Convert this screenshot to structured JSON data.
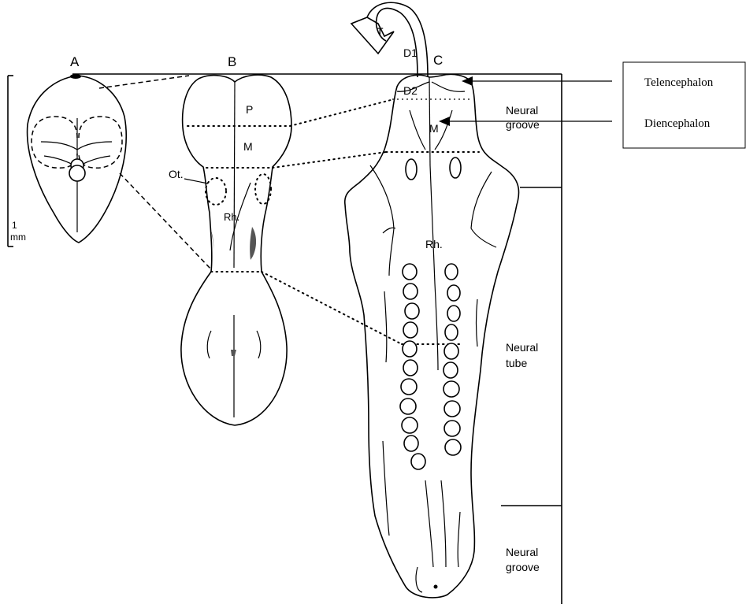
{
  "panels": {
    "a": "A",
    "b": "B",
    "c": "C"
  },
  "scale": {
    "value": "1",
    "unit": "mm"
  },
  "embryo_b": {
    "p": "P",
    "m": "M",
    "ot": "Ot.",
    "rh": "Rh."
  },
  "embryo_c": {
    "t": "T",
    "d1": "D1",
    "d2": "D2",
    "m": "M",
    "rh": "Rh."
  },
  "regions": {
    "groove_top_1": "Neural",
    "groove_top_2": "groove",
    "tube_1": "Neural",
    "tube_2": "tube",
    "groove_bottom_1": "Neural",
    "groove_bottom_2": "groove"
  },
  "callout": {
    "telencephalon": "Telencephalon",
    "diencephalon": "Diencephalon"
  }
}
